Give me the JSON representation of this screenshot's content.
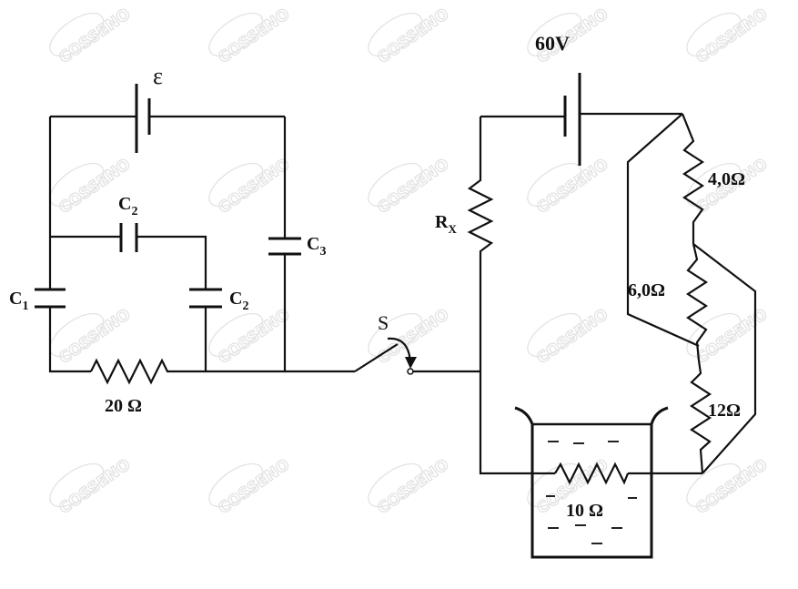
{
  "labels": {
    "emf_left": "ε",
    "c2_top": "C",
    "c2_top_sub": "2",
    "c3": "C",
    "c3_sub": "3",
    "c1": "C",
    "c1_sub": "1",
    "c2_right": "C",
    "c2_right_sub": "2",
    "r20": "20 Ω",
    "switch": "S",
    "battery_right": "60V",
    "rx": "R",
    "rx_sub": "X",
    "r4": "4,0Ω",
    "r6": "6,0Ω",
    "r12": "12Ω",
    "r10": "10 Ω"
  },
  "watermark": {
    "text": "COSSENO"
  }
}
